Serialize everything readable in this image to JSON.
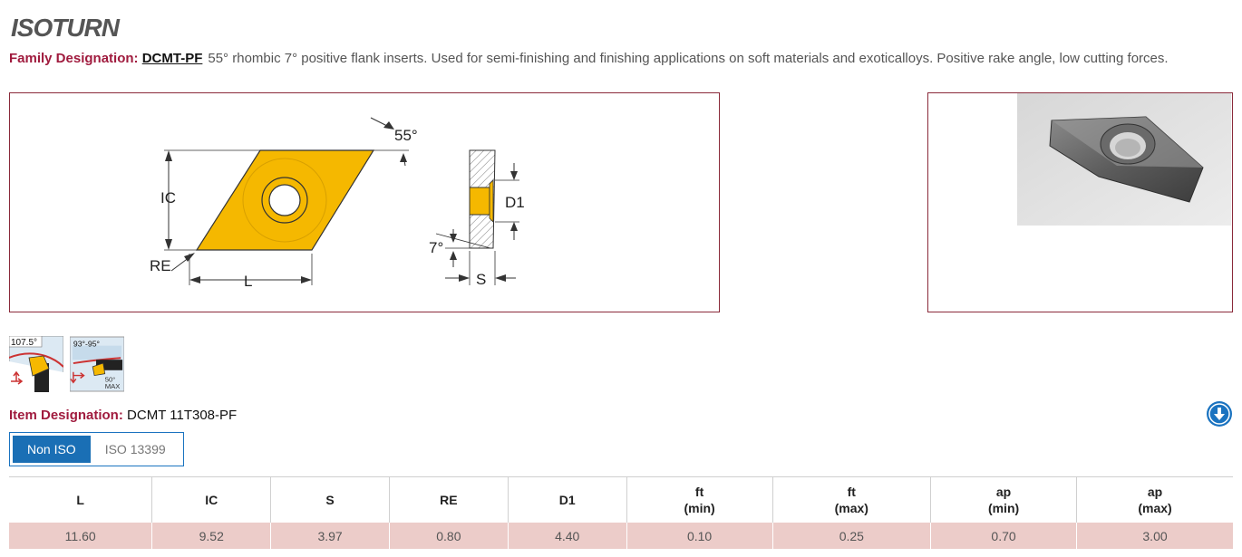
{
  "brand": {
    "logo_text": "ISOTURN"
  },
  "family": {
    "label": "Family Designation:",
    "code": "DCMT-PF",
    "description": "55° rhombic 7° positive flank inserts. Used for semi-finishing and finishing applications on soft materials and exoticalloys. Positive rake angle, low cutting forces."
  },
  "drawing": {
    "angle_top": "55°",
    "label_ic": "IC",
    "label_re": "RE",
    "label_l": "L",
    "label_d1": "D1",
    "label_flank": "7°",
    "label_s": "S"
  },
  "applications": [
    {
      "angle": "107.5°"
    },
    {
      "angle": "93°-95°",
      "max": "50°",
      "max_label": "MAX"
    }
  ],
  "item": {
    "label": "Item Designation:",
    "value": "DCMT 11T308-PF"
  },
  "toggle": {
    "active": "Non ISO",
    "inactive": "ISO 13399"
  },
  "table": {
    "headers": [
      [
        "L",
        ""
      ],
      [
        "IC",
        ""
      ],
      [
        "S",
        ""
      ],
      [
        "RE",
        ""
      ],
      [
        "D1",
        ""
      ],
      [
        "ft",
        "(min)"
      ],
      [
        "ft",
        "(max)"
      ],
      [
        "ap",
        "(min)"
      ],
      [
        "ap",
        "(max)"
      ]
    ],
    "row": [
      "11.60",
      "9.52",
      "3.97",
      "0.80",
      "4.40",
      "0.10",
      "0.25",
      "0.70",
      "3.00"
    ]
  },
  "colors": {
    "accent": "#a01b3e",
    "insert_fill": "#f5b800",
    "button_blue": "#1a6fb5",
    "row_bg": "#ecccc9"
  }
}
